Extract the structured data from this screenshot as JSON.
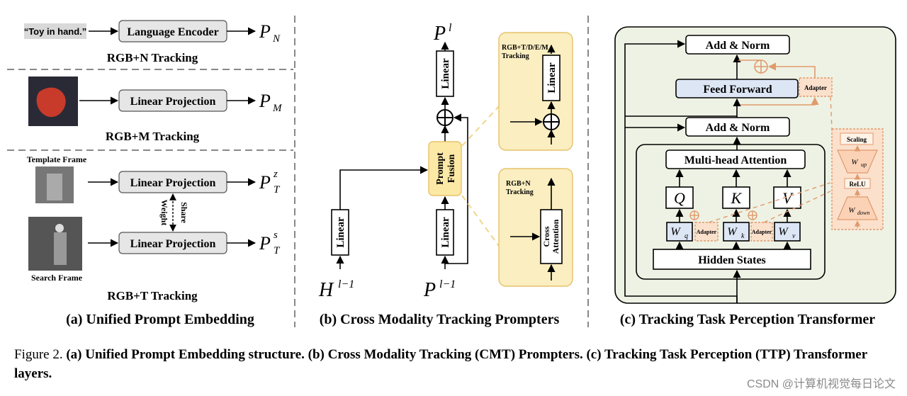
{
  "panel_a": {
    "text_prompt": "“Toy in hand.”",
    "language_encoder": "Language Encoder",
    "p_n": "P",
    "p_n_sub": "N",
    "rgbn_label": "RGB+N Tracking",
    "linear_projection": "Linear Projection",
    "p_m": "P",
    "p_m_sub": "M",
    "rgbm_label": "RGB+M Tracking",
    "template_frame": "Template Frame",
    "search_frame": "Search Frame",
    "share_weight_1": "Share",
    "share_weight_2": "Weight",
    "p_t": "P",
    "p_t_sub": "T",
    "p_t_sup_z": "z",
    "p_t_sup_s": "s",
    "rgbt_label": "RGB+T Tracking",
    "title": "(a) Unified Prompt Embedding"
  },
  "panel_b": {
    "p_l": "P",
    "p_l_sup": "l",
    "linear": "Linear",
    "prompt_fusion_1": "Prompt",
    "prompt_fusion_2": "Fusion",
    "h_input": "H",
    "h_sup": "l−1",
    "p_input": "P",
    "p_sup": "l−1",
    "inset_top_label": "RGB+T/D/E/M\nTracking",
    "inset_top_l1": "RGB+T/D/E/M",
    "inset_top_l2": "Tracking",
    "inset_bottom_l1": "RGB+N",
    "inset_bottom_l2": "Tracking",
    "cross_attention_1": "Cross",
    "cross_attention_2": "Attention",
    "title": "(b) Cross Modality Tracking Prompters"
  },
  "panel_c": {
    "add_norm": "Add & Norm",
    "feed_forward": "Feed Forward",
    "adapter": "Adapter",
    "multihead": "Multi-head Attention",
    "q": "Q",
    "k": "K",
    "v": "V",
    "wq": "W",
    "wq_sub": "q",
    "wk": "W",
    "wk_sub": "k",
    "wv": "W",
    "wv_sub": "v",
    "hidden_states": "Hidden States",
    "scaling": "Scaling",
    "w_up": "W",
    "w_up_sub": "up",
    "relu": "ReLU",
    "w_down": "W",
    "w_down_sub": "down",
    "title": "(c) Tracking Task Perception Transformer"
  },
  "caption": {
    "prefix": "Figure 2. ",
    "part_a": "(a) Unified Prompt Embedding structure.",
    "part_b": "(b) Cross Modality Tracking (CMT) Prompters.",
    "part_c": "(c) Tracking Task Perception (TTP) Transformer layers."
  },
  "watermark": "CSDN @计算机视觉每日论文",
  "colors": {
    "adapter_fill": "#fbe0cc",
    "adapter_stroke": "#e09a6c",
    "inset_fill": "#fbeec0",
    "inset_stroke": "#e6c26a",
    "panel_c_bg": "#eef2e4",
    "feed_forward_fill": "#dde6f5",
    "prompt_fusion_fill": "#fde9a6"
  }
}
